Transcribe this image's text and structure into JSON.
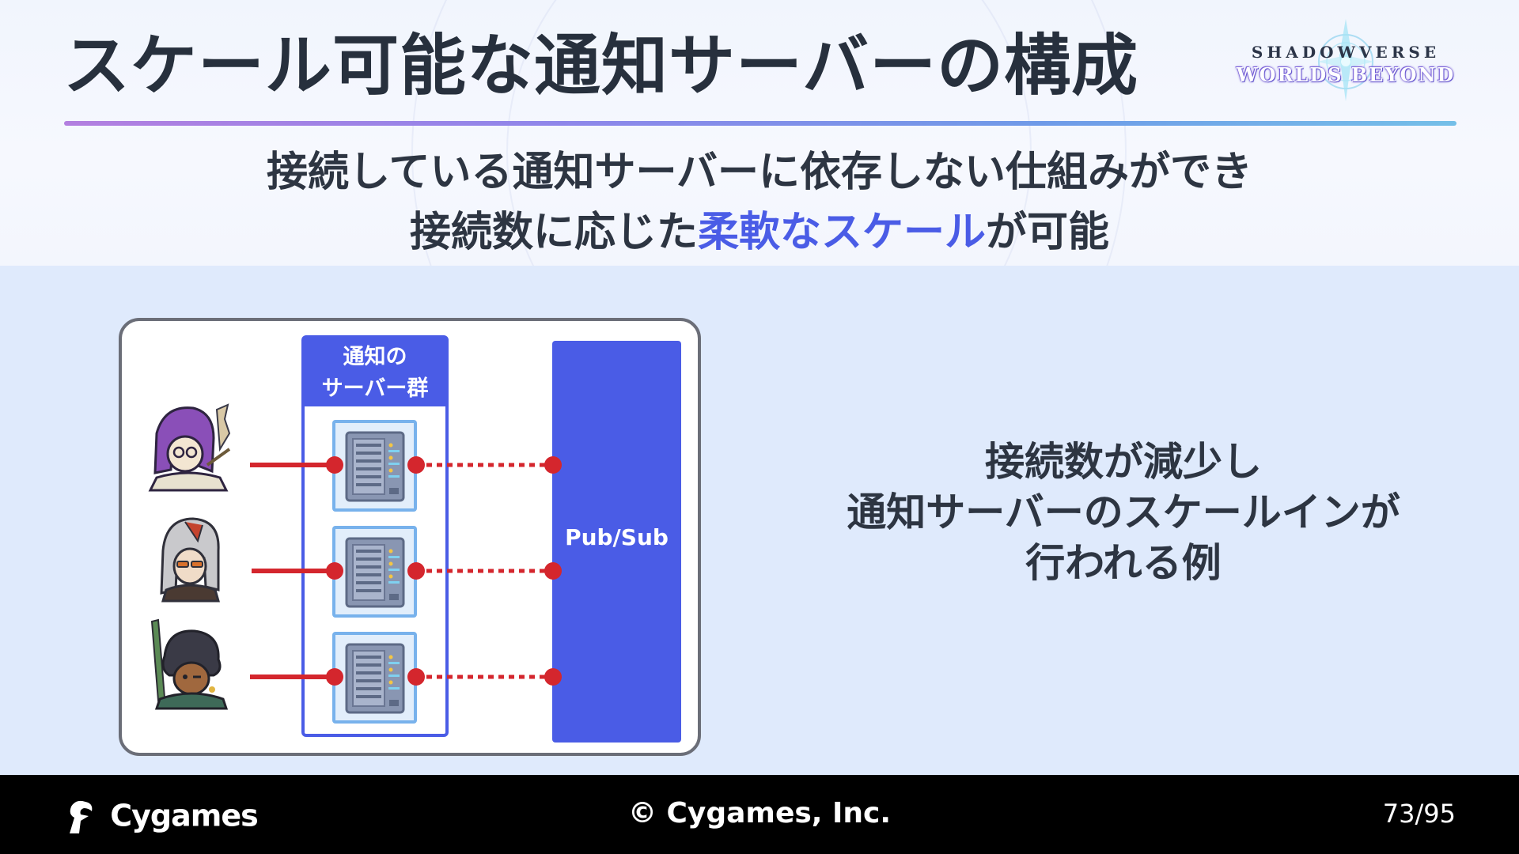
{
  "header": {
    "title": "スケール可能な通知サーバーの構成",
    "logo": {
      "top": "SHADOWVERSE",
      "bottom": "WORLDS BEYOND"
    },
    "subtitle": {
      "line1": "接続している通知サーバーに依存しない仕組みができ",
      "line2_prefix": "接続数に応じた",
      "line2_highlight": "柔軟なスケール",
      "line2_suffix": "が可能"
    }
  },
  "diagram": {
    "server_group_label_line1": "通知の",
    "server_group_label_line2": "サーバー群",
    "pubsub_label": "Pub/Sub",
    "clients": [
      {
        "icon": "purple-hair-character-avatar-icon"
      },
      {
        "icon": "silver-hair-glasses-character-avatar-icon"
      },
      {
        "icon": "dark-hair-character-avatar-icon"
      }
    ],
    "servers": [
      {
        "icon": "server-rack-icon"
      },
      {
        "icon": "server-rack-icon"
      },
      {
        "icon": "server-rack-icon"
      }
    ]
  },
  "caption": {
    "line1": "接続数が減少し",
    "line2": "通知サーバーのスケールインが",
    "line3": "行われる例"
  },
  "footer": {
    "brand": "Cygames",
    "copyright": "© Cygames, Inc.",
    "page": "73/95"
  },
  "colors": {
    "accent": "#4a5ce6",
    "connector_red": "#d4262d",
    "server_border": "#78b2ec",
    "panel_background": "#dfeafc",
    "footer_background": "#000000"
  }
}
